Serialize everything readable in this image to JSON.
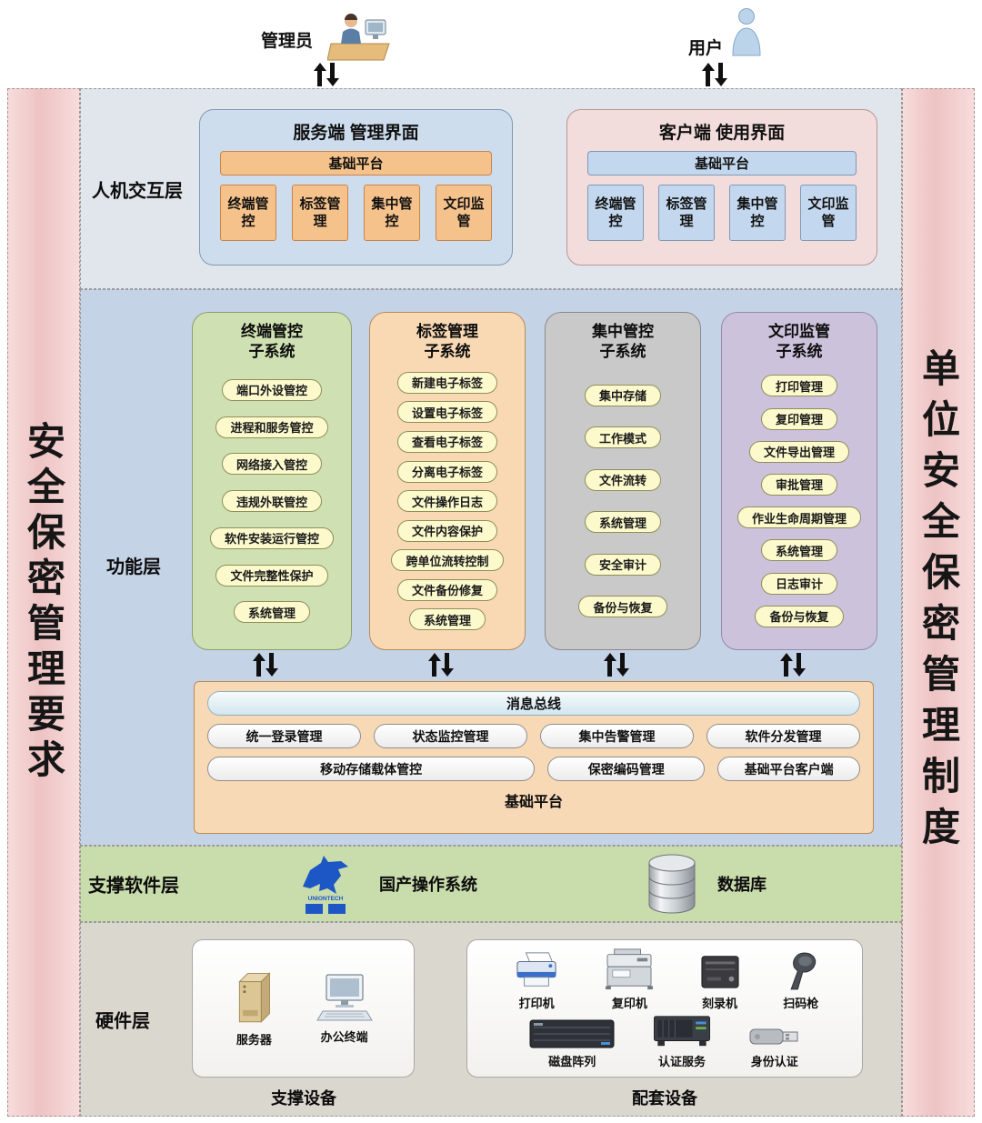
{
  "banners": {
    "left": "安全保密管理要求",
    "right": "单位安全保密管理制度"
  },
  "actors": {
    "admin": "管理员",
    "user": "用户"
  },
  "interaction": {
    "label": "人机交互层",
    "server_panel": {
      "title": "服务端 管理界面",
      "platform": "基础平台",
      "modules": [
        "终端管控",
        "标签管理",
        "集中管控",
        "文印监管"
      ]
    },
    "client_panel": {
      "title": "客户端 使用界面",
      "platform": "基础平台",
      "modules": [
        "终端管控",
        "标签管理",
        "集中管控",
        "文印监管"
      ]
    }
  },
  "function": {
    "label": "功能层",
    "subsystems": [
      {
        "title1": "终端管控",
        "title2": "子系统",
        "items": [
          "端口外设管控",
          "进程和服务管控",
          "网络接入管控",
          "违规外联管控",
          "软件安装运行管控",
          "文件完整性保护",
          "系统管理"
        ]
      },
      {
        "title1": "标签管理",
        "title2": "子系统",
        "items": [
          "新建电子标签",
          "设置电子标签",
          "查看电子标签",
          "分离电子标签",
          "文件操作日志",
          "文件内容保护",
          "跨单位流转控制",
          "文件备份修复",
          "系统管理"
        ]
      },
      {
        "title1": "集中管控",
        "title2": "子系统",
        "items": [
          "集中存储",
          "工作模式",
          "文件流转",
          "系统管理",
          "安全审计",
          "备份与恢复"
        ]
      },
      {
        "title1": "文印监管",
        "title2": "子系统",
        "items": [
          "打印管理",
          "复印管理",
          "文件导出管理",
          "审批管理",
          "作业生命周期管理",
          "系统管理",
          "日志审计",
          "备份与恢复"
        ]
      }
    ],
    "platform": {
      "bus": "消息总线",
      "row1": [
        "统一登录管理",
        "状态监控管理",
        "集中告警管理",
        "软件分发管理"
      ],
      "row2": [
        "移动存储载体管控",
        "保密编码管理",
        "基础平台客户端"
      ],
      "label": "基础平台"
    }
  },
  "software": {
    "label": "支撑软件层",
    "os": "国产操作系统",
    "os_logo_text": "UNIONTECH",
    "db": "数据库"
  },
  "hardware": {
    "label": "硬件层",
    "support": {
      "label": "支撑设备",
      "items": [
        "服务器",
        "办公终端"
      ]
    },
    "auxiliary": {
      "label": "配套设备",
      "row1": [
        "打印机",
        "复印机",
        "刻录机",
        "扫码枪"
      ],
      "row2": [
        "磁盘阵列",
        "认证服务",
        "身份认证"
      ]
    }
  }
}
